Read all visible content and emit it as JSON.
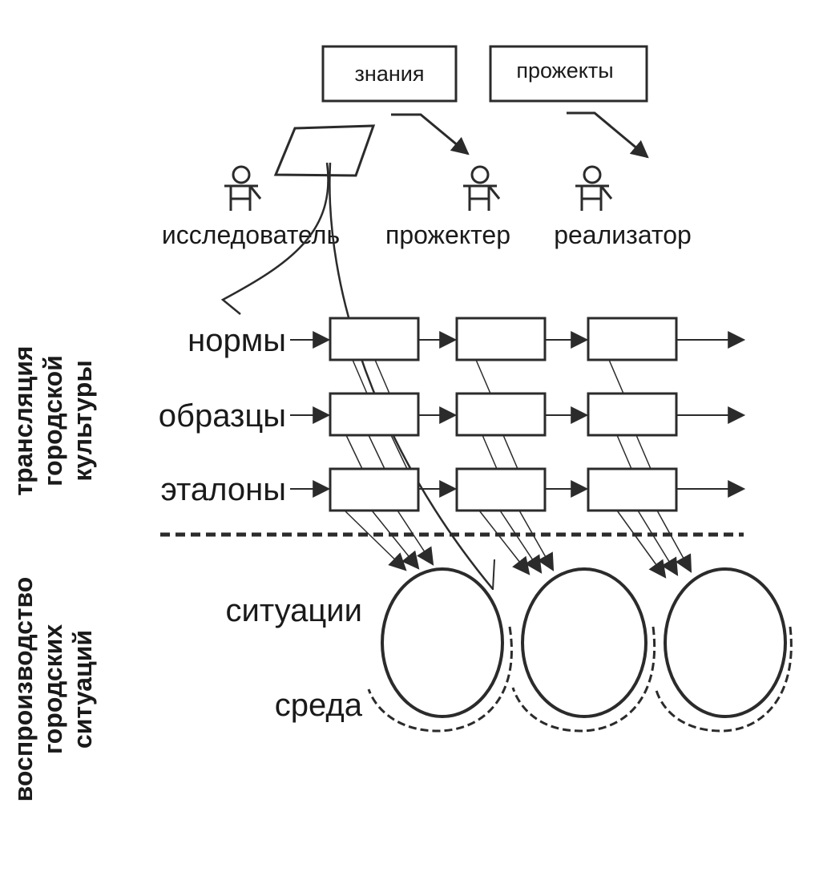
{
  "top_boxes": {
    "knowledge": "знания",
    "projects": "прожекты"
  },
  "roles": [
    {
      "label": "исследователь"
    },
    {
      "label": "прожектер"
    },
    {
      "label": "реализатор"
    }
  ],
  "rows": [
    {
      "label": "нормы"
    },
    {
      "label": "образцы"
    },
    {
      "label": "эталоны"
    }
  ],
  "side_labels": {
    "culture": [
      "трансляция",
      "городской",
      "культуры"
    ],
    "reproduction": [
      "воспроизводство",
      "городских",
      "ситуаций"
    ]
  },
  "bottom": {
    "situations": "ситуации",
    "environment": "среда"
  },
  "colors": {
    "ink": "#2b2b2b",
    "background": "#ffffff"
  }
}
